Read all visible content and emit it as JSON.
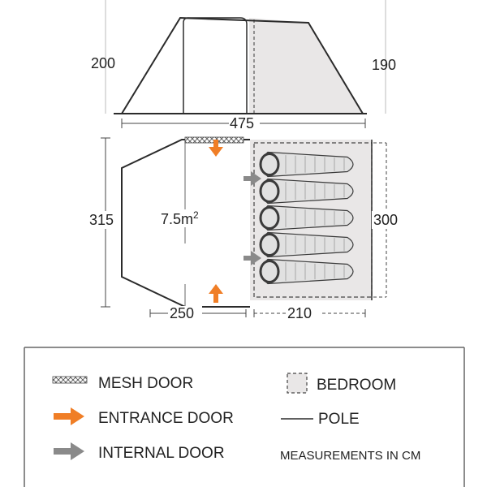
{
  "colors": {
    "line": "#2b2b2b",
    "bedroom_fill": "#e9e7e7",
    "bedroom_dash": "#444444",
    "bag_fill": "#e1e1e1",
    "bag_dark": "#3a3a3a",
    "entrance_arrow": "#f07e26",
    "internal_arrow": "#8a8a8a",
    "legend_border": "#666666"
  },
  "dimensions": {
    "front_height": "200",
    "rear_height": "190",
    "total_length": "475",
    "total_width": "315",
    "living_area": "7.5m",
    "living_area_sup": "2",
    "bedroom_width": "300",
    "living_length": "250",
    "bedroom_length": "210"
  },
  "legend": {
    "mesh_door": "MESH DOOR",
    "entrance_door": "ENTRANCE DOOR",
    "internal_door": "INTERNAL DOOR",
    "bedroom": "BEDROOM",
    "pole": "POLE",
    "measurements": "MEASUREMENTS IN CM"
  },
  "icons": {
    "mesh": "mesh-door-icon",
    "entrance": "entrance-arrow-icon",
    "internal": "internal-arrow-icon",
    "bedroom": "bedroom-swatch-icon",
    "pole": "pole-line-icon",
    "sleeping_bag": "sleeping-bag-icon"
  },
  "sleeping_bags_count": 5
}
